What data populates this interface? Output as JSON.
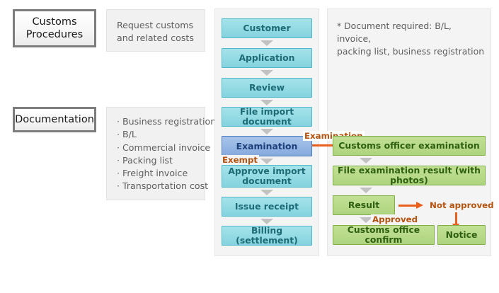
{
  "left": {
    "sections": [
      {
        "title": "Customs\nProcedures",
        "title_line1": "Customs",
        "title_line2": "Procedures"
      },
      {
        "title": "Documentation"
      }
    ],
    "request_note_line1": "Request customs",
    "request_note_line2": "and related costs",
    "documents": [
      "· Business registration",
      "· B/L",
      "· Commercial invoice",
      "· Packing list",
      "· Freight invoice",
      "· Transportation cost"
    ]
  },
  "main_flow": {
    "nodes": [
      {
        "label": "Customer",
        "type": "cyan"
      },
      {
        "label": "Application",
        "type": "cyan"
      },
      {
        "label": "Review",
        "type": "cyan"
      },
      {
        "label": "File import document",
        "type": "cyan"
      },
      {
        "label": "Examination",
        "type": "blue"
      },
      {
        "label": "Approve import document",
        "type": "cyan"
      },
      {
        "label": "Issue receipt",
        "type": "cyan"
      },
      {
        "label": "Billing (settlement)",
        "type": "cyan"
      }
    ],
    "exempt_label": "Exempt"
  },
  "exam_flow": {
    "note": "* Document required: B/L, invoice, packing list, business registration",
    "note_line1": "* Document required: B/L, invoice,",
    "note_line2": "packing list, business registration",
    "examination_label": "Examination",
    "nodes": [
      {
        "label": "Customs officer examination",
        "type": "green"
      },
      {
        "label": "File examination result (with photos)",
        "type": "green"
      },
      {
        "label": "Result",
        "type": "green"
      },
      {
        "label": "Customs office confirm",
        "type": "green"
      },
      {
        "label": "Notice",
        "type": "green"
      }
    ],
    "not_approved_label": "Not approved",
    "approved_label": "Approved"
  },
  "colors": {
    "cyan_fill": "#8fd8e0",
    "blue_fill": "#96b6e4",
    "green_fill": "#b8d98c",
    "orange_accent": "#e8601c",
    "orange_text": "#b3530f",
    "panel_bg": "#f4f4f4",
    "label_border": "#7d7d7d"
  }
}
